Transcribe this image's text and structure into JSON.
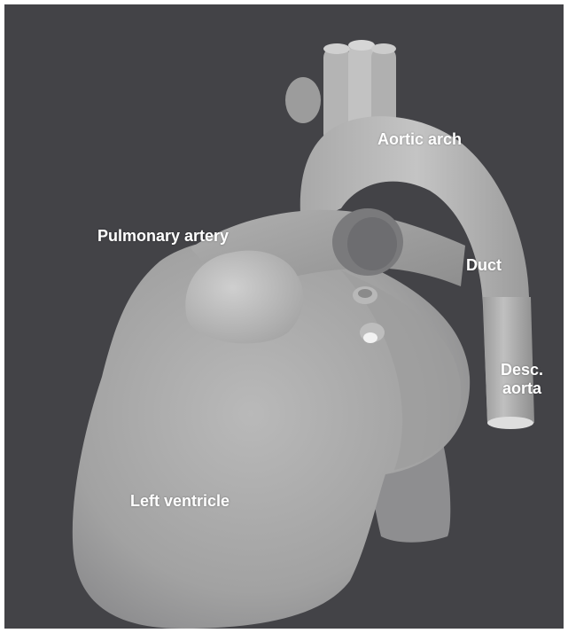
{
  "labels": {
    "aortic_arch": "Aortic arch",
    "pulmonary_artery": "Pulmonary artery",
    "duct": "Duct",
    "desc_aorta_line1": "Desc.",
    "desc_aorta_line2": "aorta",
    "left_ventricle": "Left ventricle"
  },
  "colors": {
    "background": "#434347",
    "tissue_light": "#c9c9c9",
    "tissue_mid": "#a9a9a9",
    "tissue_dark": "#7e7e80",
    "label_text": "#ffffff"
  }
}
